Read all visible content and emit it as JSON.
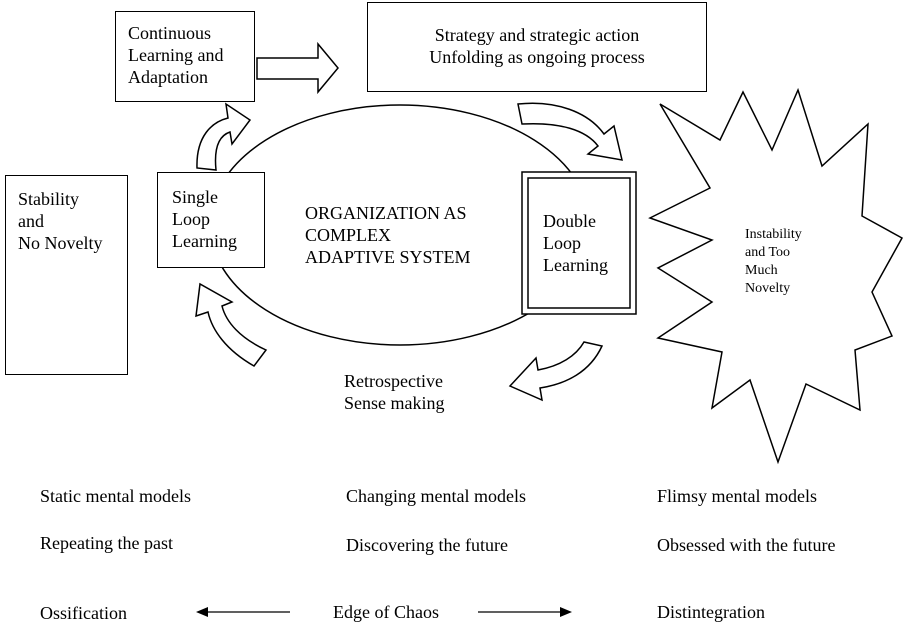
{
  "boxes": {
    "continuous": [
      "Continuous",
      "Learning and",
      "Adaptation"
    ],
    "strategy": [
      "Strategy and strategic action",
      "Unfolding as ongoing process"
    ],
    "stability": [
      "Stability",
      "and",
      "No Novelty"
    ],
    "single_loop": [
      "Single",
      "Loop",
      "Learning"
    ],
    "double_loop": [
      "Double",
      "Loop",
      "Learning"
    ]
  },
  "center_label": [
    "ORGANIZATION AS",
    "COMPLEX",
    "ADAPTIVE SYSTEM"
  ],
  "star_label": [
    "Instability",
    "and Too",
    "Much",
    "Novelty"
  ],
  "retrospective": [
    "Retrospective",
    "Sense making"
  ],
  "rows": {
    "mental_models": [
      "Static mental models",
      "Changing mental models",
      "Flimsy mental models"
    ],
    "time_focus": [
      "Repeating the past",
      "Discovering the future",
      "Obsessed with the future"
    ]
  },
  "spectrum": {
    "left": "Ossification",
    "middle": "Edge of Chaos",
    "right": "Distintegration"
  }
}
